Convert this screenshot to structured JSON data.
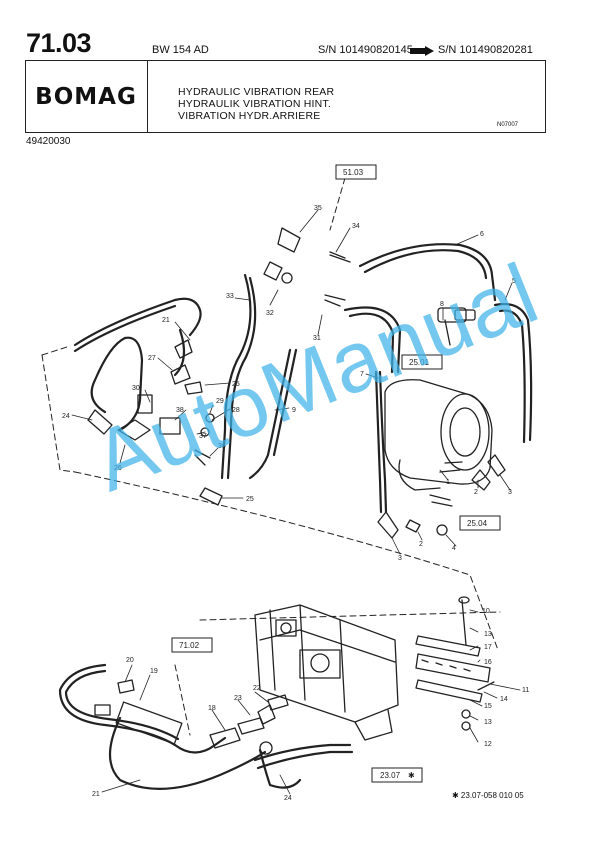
{
  "header": {
    "page_number": "71.03",
    "model": "BW 154 AD",
    "serial_from": "S/N 101490820145",
    "serial_to": "S/N 101490820281",
    "brand": "BOMAG",
    "title_en": "HYDRAULIC VIBRATION REAR",
    "title_de": "HYDRAULIK VIBRATION HINT.",
    "title_fr": "VIBRATION HYDR.ARRIERE",
    "ref_code": "N07007",
    "part_number": "49420030"
  },
  "diagram": {
    "ref_boxes": [
      "51.03",
      "25.01",
      "25.04",
      "71.02",
      "23.07"
    ],
    "callouts": [
      "35",
      "34",
      "6",
      "5",
      "33",
      "32",
      "8",
      "21",
      "31",
      "27",
      "30",
      "7",
      "25",
      "24",
      "29",
      "28",
      "38",
      "37",
      "9",
      "36",
      "26",
      "1",
      "2",
      "3",
      "25",
      "2",
      "4",
      "3",
      "10",
      "13",
      "17",
      "16",
      "11",
      "14",
      "15",
      "13",
      "12",
      "20",
      "19",
      "22",
      "23",
      "18",
      "21",
      "24"
    ],
    "figure_code": "✱ 23.07-058 010 05"
  },
  "watermark": "AutoManual"
}
